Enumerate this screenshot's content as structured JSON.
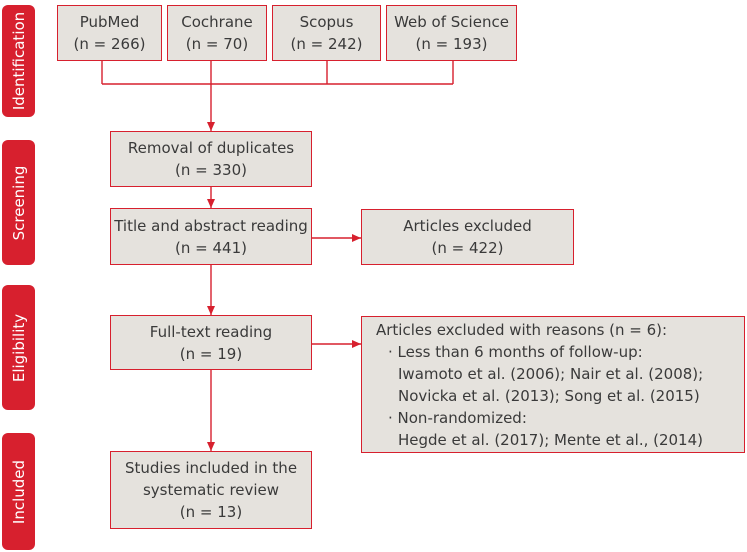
{
  "phases": {
    "identification": "Identification",
    "screening": "Screening",
    "eligibility": "Eligibility",
    "included": "Included"
  },
  "sources": [
    {
      "name": "PubMed",
      "count": "(n = 266)"
    },
    {
      "name": "Cochrane",
      "count": "(n = 70)"
    },
    {
      "name": "Scopus",
      "count": "(n = 242)"
    },
    {
      "name": "Web of Science",
      "count": "(n = 193)"
    }
  ],
  "duplicates": {
    "label": "Removal of duplicates",
    "count": "(n = 330)"
  },
  "title_abstract": {
    "label": "Title and abstract reading",
    "count": "(n = 441)"
  },
  "excluded": {
    "label": "Articles excluded",
    "count": "(n = 422)"
  },
  "fulltext": {
    "label": "Full-text reading",
    "count": "(n = 19)"
  },
  "reasons": {
    "title": "Articles excluded with reasons (n = 6):",
    "reason1": "· Less than 6 months of follow-up:",
    "reason1_line1": "Iwamoto et al. (2006); Nair et al. (2008);",
    "reason1_line2": "Novicka et al. (2013); Song et al. (2015)",
    "reason2": "· Non-randomized:",
    "reason2_line1": "Hegde et al. (2017); Mente et al., (2014)"
  },
  "included": {
    "line1": "Studies included in the",
    "line2": "systematic review",
    "count": "(n = 13)"
  },
  "colors": {
    "accent": "#d7202e",
    "box_fill": "#e5e2dd"
  }
}
